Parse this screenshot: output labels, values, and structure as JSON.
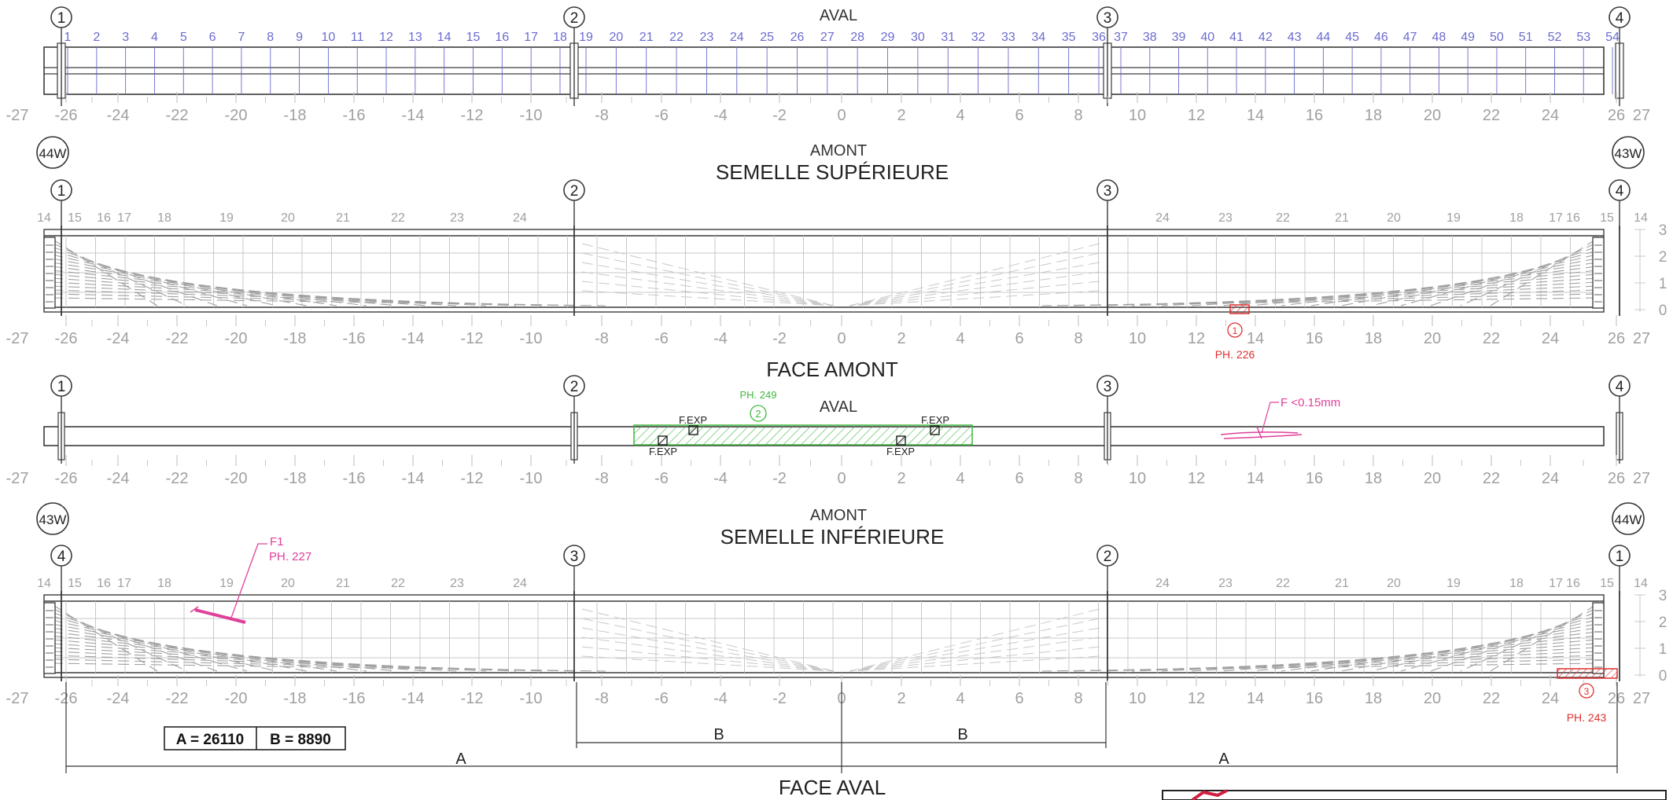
{
  "colors": {
    "line": "#3a3a3a",
    "grey": "#a0a0a0",
    "light": "#c8c8c8",
    "blue": "#6b6bd0",
    "green": "#3fb83f",
    "pink": "#e0409a",
    "red": "#e03030"
  },
  "coords": [
    "-27",
    "-26",
    "-24",
    "-22",
    "-20",
    "-18",
    "-16",
    "-14",
    "-12",
    "-10",
    "-8",
    "-6",
    "-4",
    "-2",
    "0",
    "2",
    "4",
    "6",
    "8",
    "10",
    "12",
    "14",
    "16",
    "18",
    "20",
    "22",
    "24",
    "26",
    "27"
  ],
  "right_scale": [
    "3",
    "2",
    "1",
    "0"
  ],
  "plan": {
    "top_label": "AVAL",
    "axes": [
      "1",
      "2",
      "3",
      "4"
    ],
    "stations": [
      "1",
      "2",
      "3",
      "4",
      "5",
      "6",
      "7",
      "8",
      "9",
      "10",
      "11",
      "12",
      "13",
      "14",
      "15",
      "16",
      "17",
      "18",
      "19",
      "20",
      "21",
      "22",
      "23",
      "24",
      "25",
      "26",
      "27",
      "28",
      "29",
      "30",
      "31",
      "32",
      "33",
      "34",
      "35",
      "36",
      "37",
      "38",
      "39",
      "40",
      "41",
      "42",
      "43",
      "44",
      "45",
      "46",
      "47",
      "48",
      "49",
      "50",
      "51",
      "52",
      "53",
      "54"
    ],
    "bottom_label": "AMONT"
  },
  "view1": {
    "title": "SEMELLE SUPÉRIEURE",
    "left_ref": "44W",
    "right_ref": "43W",
    "axes": [
      "1",
      "2",
      "3",
      "4"
    ],
    "left_nums": [
      "14",
      "15",
      "16",
      "17",
      "18",
      "19",
      "20",
      "21",
      "22",
      "23",
      "24"
    ],
    "right_nums": [
      "24",
      "23",
      "22",
      "21",
      "20",
      "19",
      "18",
      "17",
      "16",
      "15",
      "14"
    ],
    "defect_id": "1",
    "defect_photo": "PH. 226",
    "footer": "FACE AMONT"
  },
  "view2": {
    "axes": [
      "1",
      "2",
      "3",
      "4"
    ],
    "top_label": "AVAL",
    "photo": "PH. 249",
    "photo_id": "2",
    "fexp": "F.EXP",
    "crack": "F <0.15mm",
    "bottom_label": "AMONT"
  },
  "view3": {
    "title": "SEMELLE INFÉRIEURE",
    "left_ref": "43W",
    "right_ref": "44W",
    "axes": [
      "4",
      "3",
      "2",
      "1"
    ],
    "left_nums": [
      "14",
      "15",
      "16",
      "17",
      "18",
      "19",
      "20",
      "21",
      "22",
      "23",
      "24"
    ],
    "right_nums": [
      "24",
      "23",
      "22",
      "21",
      "20",
      "19",
      "18",
      "17",
      "16",
      "15",
      "14"
    ],
    "crack_id": "F1",
    "crack_photo": "PH. 227",
    "defect_id": "3",
    "defect_photo": "PH. 243",
    "dims": {
      "a_label": "A = 26110",
      "b_label": "B = 8890",
      "a": "A",
      "b": "B"
    },
    "footer": "FACE AVAL"
  }
}
